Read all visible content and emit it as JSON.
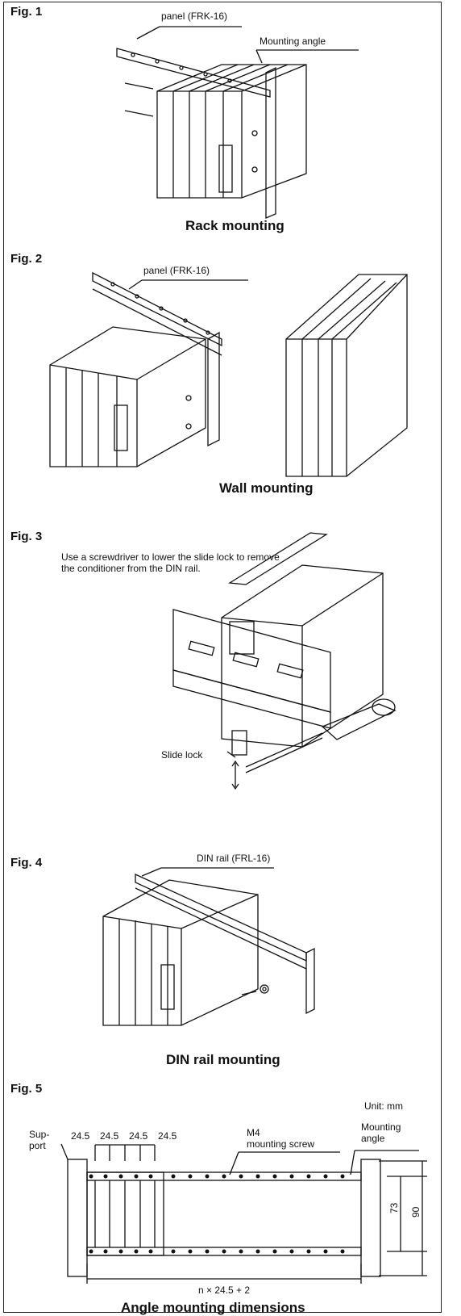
{
  "fig1": {
    "label": "Fig. 1",
    "panel_label": "panel (FRK-16)",
    "angle_label": "Mounting angle",
    "caption": "Rack mounting"
  },
  "fig2": {
    "label": "Fig. 2",
    "panel_label": "panel (FRK-16)",
    "caption": "Wall mounting"
  },
  "fig3": {
    "label": "Fig. 3",
    "note": "Use a screwdriver to lower the slide lock to remove the conditioner from the DIN rail.",
    "slide_lock_label": "Slide lock"
  },
  "fig4": {
    "label": "Fig. 4",
    "rail_label": "DIN rail (FRL-16)",
    "caption": "DIN rail mounting"
  },
  "fig5": {
    "label": "Fig. 5",
    "unit": "Unit: mm",
    "support_label": "Sup-\nport",
    "spacing": [
      "24.5",
      "24.5",
      "24.5",
      "24.5"
    ],
    "screw_label": "M4\nmounting screw",
    "angle_label": "Mounting\nangle",
    "dim_inner": "73",
    "dim_outer": "90",
    "dim_length": "n × 24.5 + 2",
    "caption": "Angle mounting dimensions"
  }
}
